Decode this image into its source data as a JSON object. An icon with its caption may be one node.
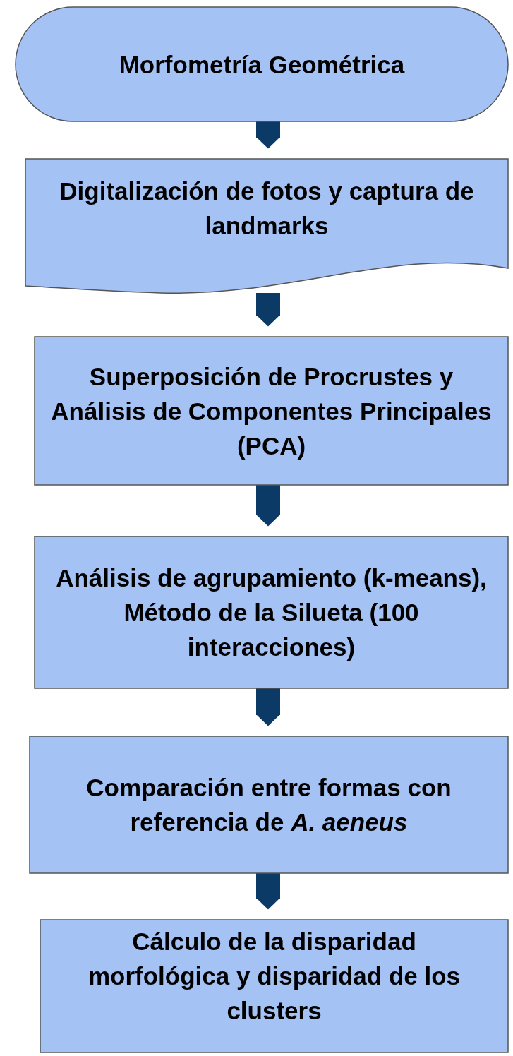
{
  "diagram": {
    "nodes": [
      {
        "text": [
          "Morfometría Geométrica"
        ]
      },
      {
        "text": [
          "Digitalización de fotos y captura de landmarks"
        ]
      },
      {
        "text": [
          "Superposición de Procrustes y Análisis de Componentes Principales (PCA)"
        ]
      },
      {
        "text": [
          "Análisis de agrupamiento (k-means), Método de la Silueta (100 interacciones)"
        ]
      },
      {
        "text": [
          "Comparación entre formas con referencia de *A. aeneus*"
        ]
      },
      {
        "text": [
          "Cálculo de la disparidad morfológica y disparidad de los clusters"
        ]
      }
    ],
    "edges": [
      {
        "from": 0,
        "to": 1,
        "arrow": "to"
      },
      {
        "from": 1,
        "to": 2,
        "arrow": "to"
      },
      {
        "from": 2,
        "to": 3,
        "arrow": "to"
      },
      {
        "from": 3,
        "to": 4,
        "arrow": "to"
      },
      {
        "from": 4,
        "to": 5,
        "arrow": "to"
      }
    ]
  }
}
